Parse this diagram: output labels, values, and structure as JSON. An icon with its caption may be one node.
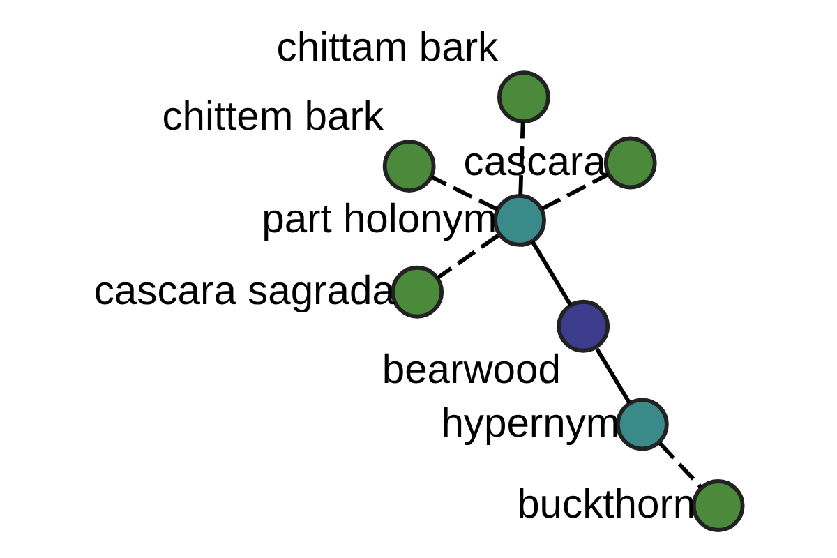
{
  "diagram": {
    "nodes": [
      {
        "text": [
          "bearwood"
        ]
      },
      {
        "text": [
          "part holonym"
        ]
      },
      {
        "text": [
          "hypernym"
        ]
      },
      {
        "text": [
          "chittam bark"
        ]
      },
      {
        "text": [
          "cascara"
        ]
      },
      {
        "text": [
          "chittem bark"
        ]
      },
      {
        "text": [
          "cascara sagrada"
        ]
      },
      {
        "text": [
          "buckthorn"
        ]
      }
    ],
    "edges": [
      {
        "from": 0,
        "to": 1,
        "arrow": "none"
      },
      {
        "from": 0,
        "to": 2,
        "arrow": "none"
      },
      {
        "from": 1,
        "to": 3,
        "arrow": "none",
        "style": "dashed"
      },
      {
        "from": 1,
        "to": 4,
        "arrow": "none",
        "style": "dashed"
      },
      {
        "from": 1,
        "to": 5,
        "arrow": "none",
        "style": "dashed"
      },
      {
        "from": 1,
        "to": 6,
        "arrow": "none",
        "style": "dashed"
      },
      {
        "from": 2,
        "to": 7,
        "arrow": "none",
        "style": "dashed"
      }
    ]
  }
}
